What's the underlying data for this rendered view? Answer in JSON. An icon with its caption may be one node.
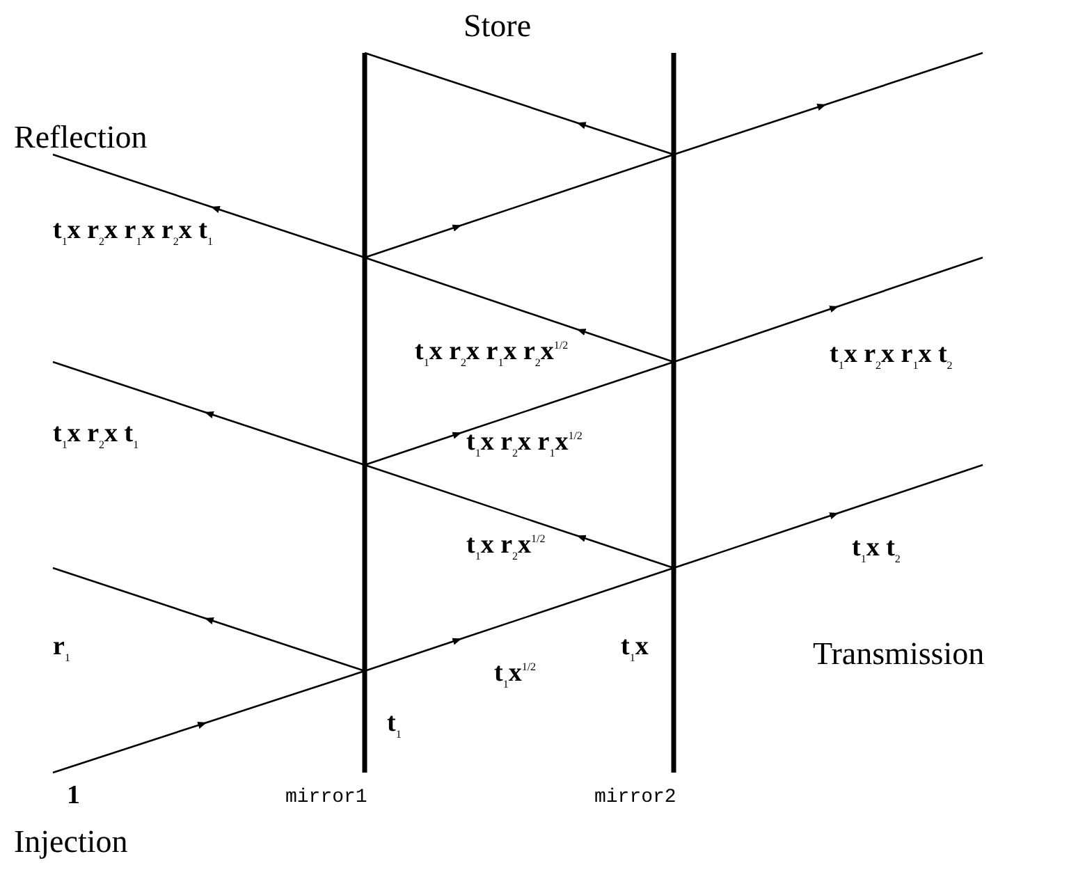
{
  "diagram": {
    "labels": [
      "Store",
      "Reflection",
      "t$_{1}$x r$_{2}$x r$_{1}$x r$_{2}$x t$_{1}$",
      "t$_{1}$x r$_{2}$x r$_{1}$x r$_{2}$x$^{1/2}$",
      "t$_{1}$x r$_{2}$x r$_{1}$x t$_{2}$",
      "t$_{1}$x r$_{2}$x t$_{1}$",
      "t$_{1}$x r$_{2}$x r$_{1}$x$^{1/2}$",
      "t$_{1}$x r$_{2}$x$^{1/2}$",
      "t$_{1}$x t$_{2}$",
      "r$_{1}$",
      "t$_{1}$x",
      "t$_{1}$x$^{1/2}$",
      "Transmission",
      "t$_{1}$",
      "1",
      "mirror1",
      "mirror2",
      "Injection"
    ]
  }
}
